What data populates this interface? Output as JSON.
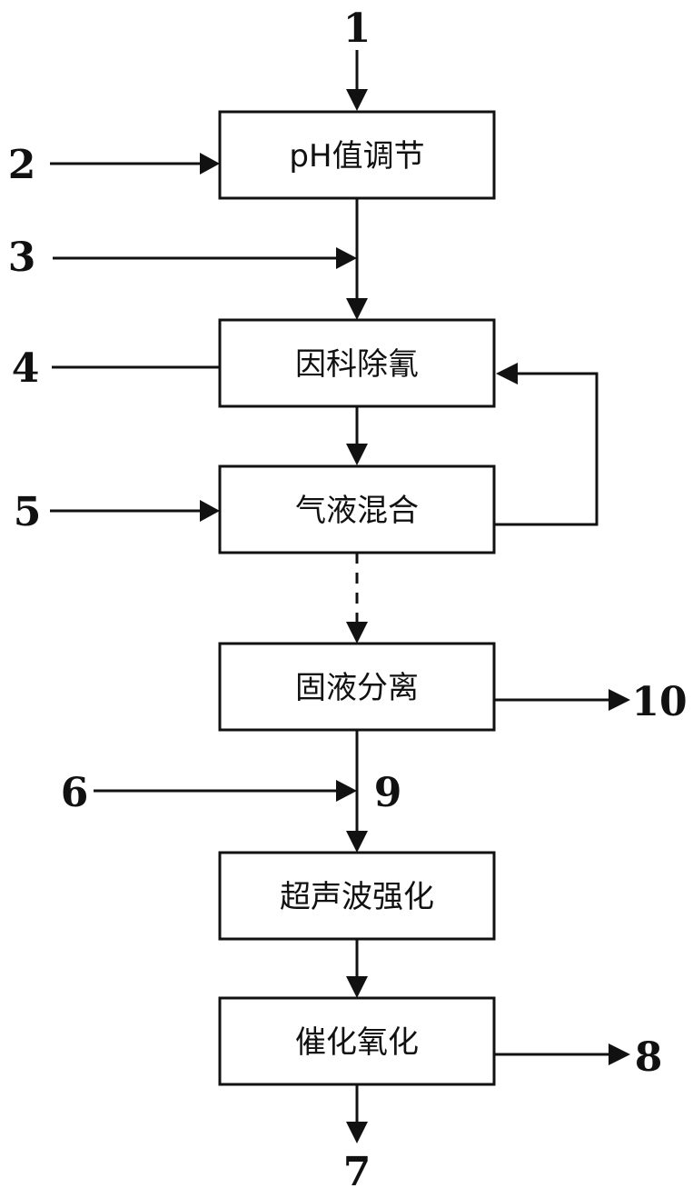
{
  "steps": {
    "ph": "pH值调节",
    "coagulate": "因科除氰",
    "mix": "气液混合",
    "separate": "固液分离",
    "ultrasound": "超声波强化",
    "oxidize": "催化氧化"
  },
  "labels": {
    "n1": "1",
    "n2": "2",
    "n3": "3",
    "n4": "4",
    "n5": "5",
    "n6": "6",
    "n7": "7",
    "n8": "8",
    "n9": "9",
    "n10": "10"
  }
}
